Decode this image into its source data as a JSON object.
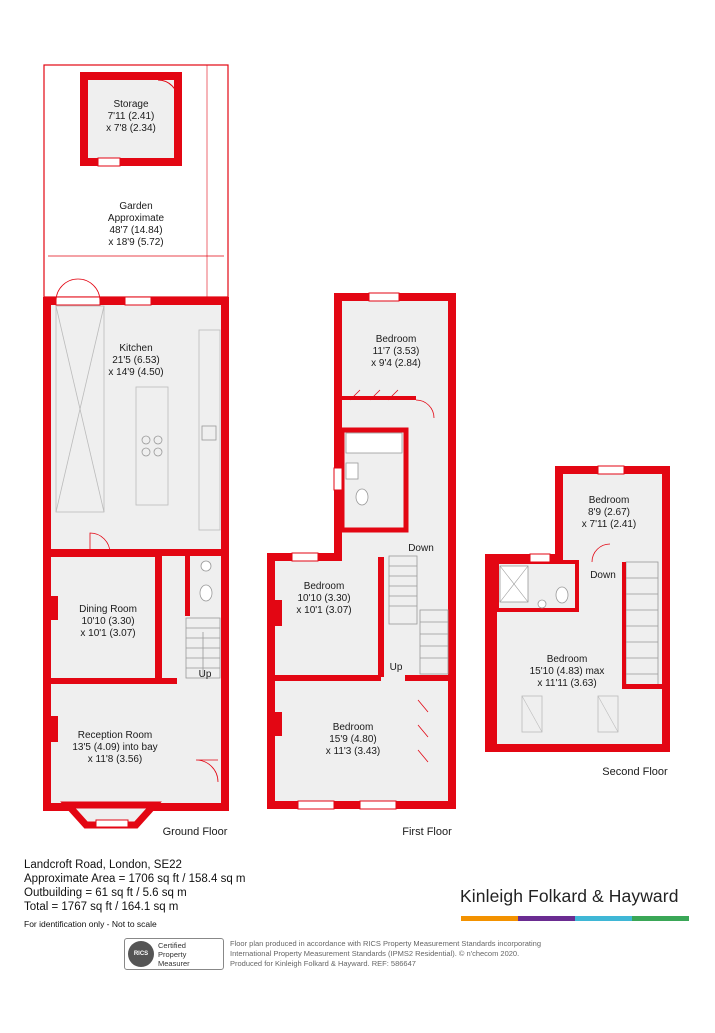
{
  "ground_floor": {
    "label": "Ground Floor",
    "rooms": {
      "storage": {
        "name": "Storage",
        "dim1": "7'11 (2.41)",
        "dim2": "x 7'8 (2.34)"
      },
      "garden": {
        "name": "Garden",
        "approx": "Approximate",
        "dim1": "48'7 (14.84)",
        "dim2": "x 18'9 (5.72)"
      },
      "kitchen": {
        "name": "Kitchen",
        "dim1": "21'5 (6.53)",
        "dim2": "x 14'9 (4.50)"
      },
      "dining": {
        "name": "Dining Room",
        "dim1": "10'10 (3.30)",
        "dim2": "x 10'1 (3.07)"
      },
      "reception": {
        "name": "Reception Room",
        "dim1": "13'5 (4.09) into bay",
        "dim2": "x 11'8 (3.56)"
      }
    },
    "stair_label": "Up"
  },
  "first_floor": {
    "label": "First Floor",
    "rooms": {
      "rear_bedroom": {
        "name": "Bedroom",
        "dim1": "11'7 (3.53)",
        "dim2": "x 9'4 (2.84)"
      },
      "middle_bedroom": {
        "name": "Bedroom",
        "dim1": "10'10 (3.30)",
        "dim2": "x 10'1 (3.07)"
      },
      "front_bedroom": {
        "name": "Bedroom",
        "dim1": "15'9 (4.80)",
        "dim2": "x 11'3 (3.43)"
      }
    },
    "stair_down": "Down",
    "stair_up": "Up"
  },
  "second_floor": {
    "label": "Second Floor",
    "rooms": {
      "small_bedroom": {
        "name": "Bedroom",
        "dim1": "8'9 (2.67)",
        "dim2": "x 7'11 (2.41)"
      },
      "main_bedroom": {
        "name": "Bedroom",
        "dim1": "15'10 (4.83) max",
        "dim2": "x 11'11 (3.63)"
      }
    },
    "stair_down": "Down"
  },
  "info": {
    "address": "Landcroft Road, London, SE22",
    "area": "Approximate Area = 1706 sq ft / 158.4 sq m",
    "outbuilding": "Outbuilding = 61 sq ft / 5.6 sq m",
    "total": "Total = 1767 sq ft / 164.1 sq m",
    "note": "For identification only - Not to scale"
  },
  "brand": {
    "name": "Kinleigh Folkard & Hayward",
    "stripe_colors": [
      "#f39200",
      "#6a2c91",
      "#3fb7d6",
      "#3aa757"
    ]
  },
  "rics": {
    "seal": "RICS",
    "line1": "Certified",
    "line2": "Property",
    "line3": "Measurer"
  },
  "disclaimer": {
    "line1": "Floor plan produced in accordance with RICS Property Measurement Standards incorporating",
    "line2": "International Property Measurement Standards (IPMS2 Residential).  © n'checom 2020.",
    "line3": "Produced for Kinleigh Folkard & Hayward.   REF: 586647"
  },
  "colors": {
    "wall": "#e30613",
    "floor": "#efefef"
  }
}
